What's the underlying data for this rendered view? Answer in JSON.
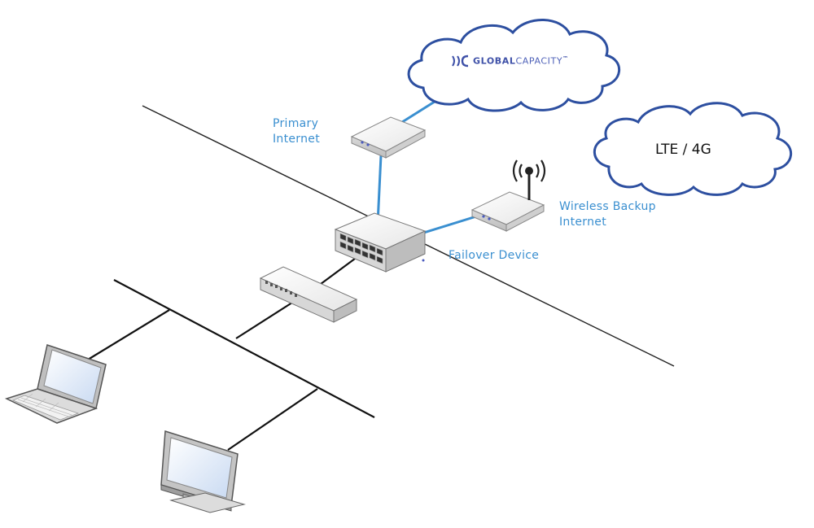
{
  "clouds": {
    "primary_provider": {
      "logo_prefix": "GLOBAL",
      "logo_suffix": "CAPACITY",
      "trademark": "™"
    },
    "backup": {
      "label": "LTE / 4G"
    }
  },
  "labels": {
    "primary_internet": [
      "Primary",
      "Internet"
    ],
    "wireless_backup_internet": [
      "Wireless Backup",
      "Internet"
    ],
    "failover_device": "Failover Device"
  },
  "colors": {
    "link_blue": "#3a8fd0",
    "cloud_outline": "#2d4fa0",
    "line_dark": "#222222",
    "label_blue": "#3a8fd0"
  }
}
